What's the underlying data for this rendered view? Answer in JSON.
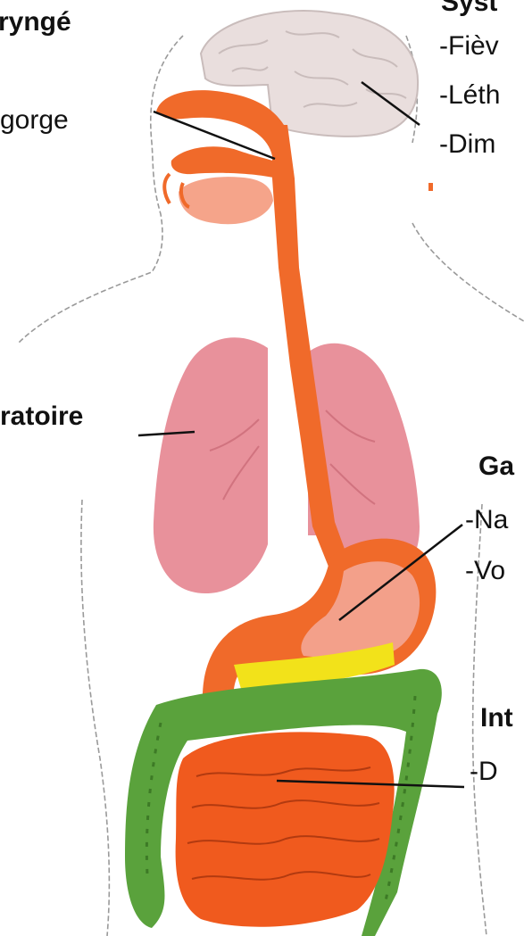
{
  "labels": {
    "pharynx_title": "ryngé",
    "pharynx_line1": "gorge",
    "system_title": "Syst",
    "system_line1": "-Fièv",
    "system_line2": "-Léth",
    "system_line3": "-Dim",
    "respiratory_title": "ratoire",
    "gastric_title": "Ga",
    "gastric_line1": "-Na",
    "gastric_line2": "-Vo",
    "intestine_title": "Int",
    "intestine_line1": "-D"
  },
  "colors": {
    "digestive_tract": "#f06a2a",
    "lungs": "#e8919b",
    "brain": "#e9dedd",
    "colon": "#5aa23c",
    "small_intestine": "#f05a1e",
    "stomach_inner": "#f3a08a",
    "pancreas": "#f2e21a",
    "body_outline": "#9a9a9a"
  }
}
